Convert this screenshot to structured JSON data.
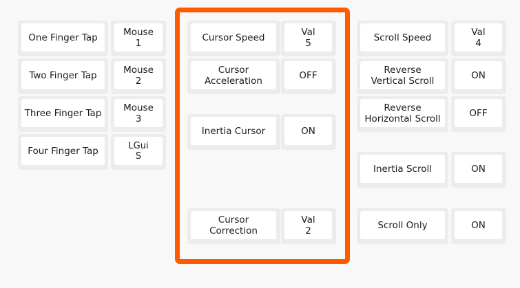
{
  "left_group": [
    {
      "label": "One Finger Tap",
      "value": "Mouse\n1"
    },
    {
      "label": "Two Finger Tap",
      "value": "Mouse\n2"
    },
    {
      "label": "Three Finger Tap",
      "value": "Mouse\n3"
    },
    {
      "label": "Four Finger Tap",
      "value": "LGui\nS"
    }
  ],
  "center_group": [
    {
      "label": "Cursor Speed",
      "value": "Val\n5"
    },
    {
      "label": "Cursor\nAcceleration",
      "value": "OFF"
    },
    {
      "label": "Inertia Cursor",
      "value": "ON"
    },
    {
      "label": "Cursor\nCorrection",
      "value": "Val\n2"
    }
  ],
  "right_group": [
    {
      "label": "Scroll Speed",
      "value": "Val\n4"
    },
    {
      "label": "Reverse\nVertical Scroll",
      "value": "ON"
    },
    {
      "label": "Reverse\nHorizontal Scroll",
      "value": "OFF"
    },
    {
      "label": "Inertia Scroll",
      "value": "ON"
    },
    {
      "label": "Scroll Only",
      "value": "ON"
    }
  ],
  "colors": {
    "highlight": "#ff5a00",
    "key_bg": "#ffffff",
    "cell_bg": "#ececec",
    "page_bg": "#f8f8f8"
  }
}
